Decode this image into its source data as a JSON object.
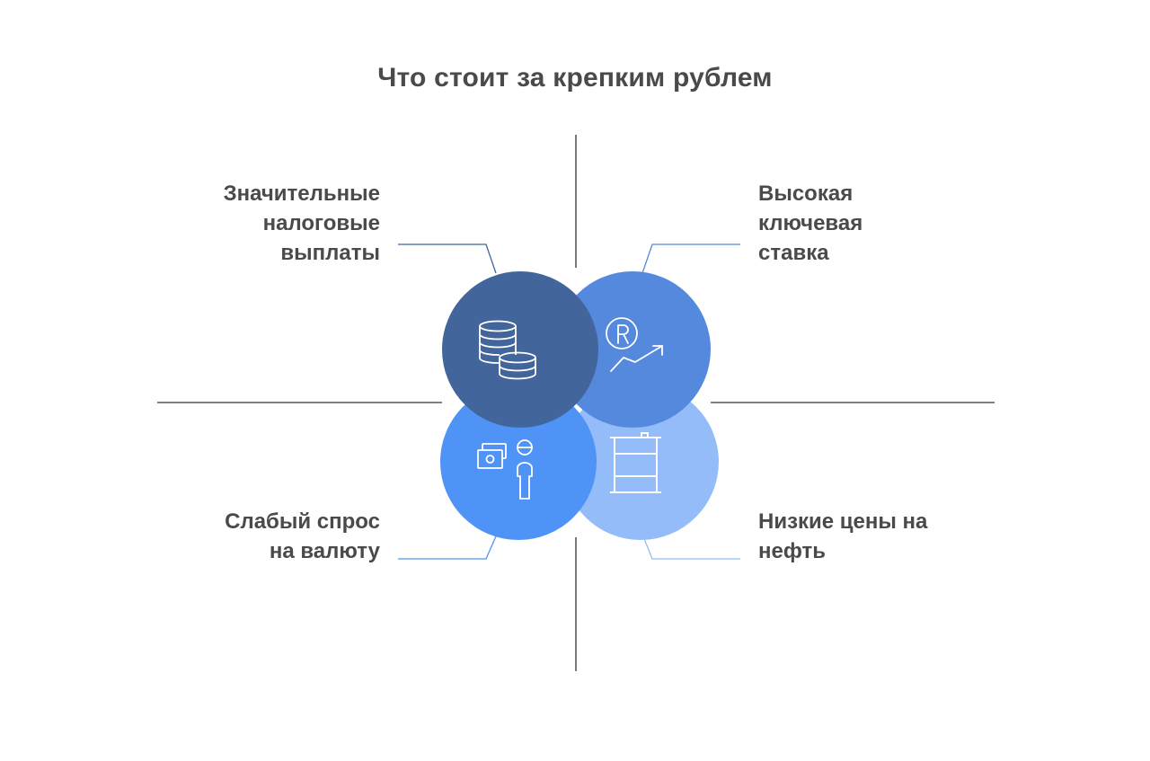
{
  "title": "Что стоит за крепким рублем",
  "colors": {
    "top_left": "#42659b",
    "top_right": "#5489dd",
    "bottom_left": "#4f93f7",
    "bottom_right": "#93bcf9",
    "axis": "#333333",
    "text": "#4a4a4a"
  },
  "factors": {
    "top_left": {
      "lines": [
        "Значительные",
        "налоговые",
        "выплаты"
      ],
      "icon": "coins-stack-icon"
    },
    "top_right": {
      "lines": [
        "Высокая",
        "ключевая",
        "ставка"
      ],
      "icon": "ruble-growth-icon"
    },
    "bottom_left": {
      "lines": [
        "Слабый спрос",
        "на валюту"
      ],
      "icon": "person-money-icon"
    },
    "bottom_right": {
      "lines": [
        "Низкие цены на",
        "нефть"
      ],
      "icon": "oil-barrel-icon"
    }
  }
}
